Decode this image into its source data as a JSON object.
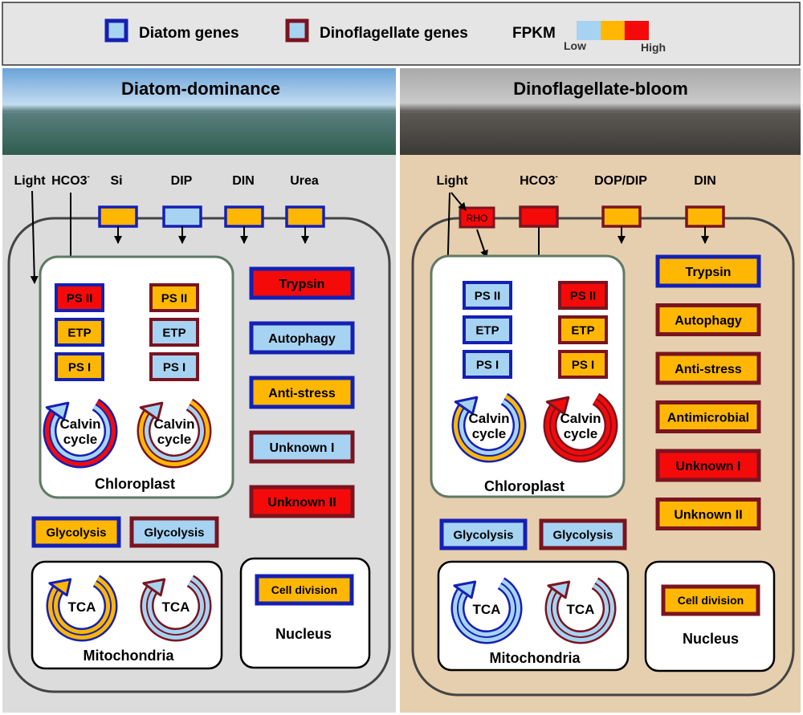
{
  "legend": {
    "diatom_label": "Diatom genes",
    "dino_label": "Dinoflagellate genes",
    "fpkm_label": "FPKM",
    "low_label": "Low",
    "high_label": "High"
  },
  "colors": {
    "diatom_border": "#1420b4",
    "dino_border": "#7a1420",
    "low": "#a7d3f2",
    "mid": "#ffb703",
    "high": "#f50a0a",
    "left_bg": "#dcdcdc",
    "right_bg": "#e6cfae"
  },
  "panels": [
    {
      "title": "Diatom-dominance",
      "inputs": [
        "Light",
        "HCO3",
        "Si",
        "DIP",
        "DIN",
        "Urea"
      ],
      "organelles": {
        "chloroplast": "Chloroplast",
        "mitochondria": "Mitochondria",
        "nucleus": "Nucleus"
      },
      "calvin_label": [
        "Calvin",
        "cycle"
      ],
      "tca_label": "TCA",
      "transporters": [
        {
          "gene": "diatom",
          "level": "mid"
        },
        {
          "gene": "diatom",
          "level": "low"
        },
        {
          "gene": "diatom",
          "level": "mid"
        },
        {
          "gene": "diatom",
          "level": "mid"
        }
      ],
      "chloro_diatom": [
        {
          "label": "PS II",
          "level": "high"
        },
        {
          "label": "ETP",
          "level": "mid"
        },
        {
          "label": "PS I",
          "level": "mid"
        }
      ],
      "chloro_dino": [
        {
          "label": "PS II",
          "level": "mid"
        },
        {
          "label": "ETP",
          "level": "low"
        },
        {
          "label": "PS I",
          "level": "low"
        }
      ],
      "calvin_diatom": [
        "high",
        "low"
      ],
      "calvin_dino": [
        "mid",
        "low"
      ],
      "right_boxes": [
        {
          "label": "Trypsin",
          "gene": "diatom",
          "level": "high"
        },
        {
          "label": "Autophagy",
          "gene": "diatom",
          "level": "low"
        },
        {
          "label": "Anti-stress",
          "gene": "diatom",
          "level": "mid"
        },
        {
          "label": "Unknown I",
          "gene": "dino",
          "level": "low"
        },
        {
          "label": "Unknown II",
          "gene": "dino",
          "level": "high"
        }
      ],
      "glycolysis": [
        {
          "label": "Glycolysis",
          "gene": "diatom",
          "level": "mid"
        },
        {
          "label": "Glycolysis",
          "gene": "dino",
          "level": "low"
        }
      ],
      "tca": [
        {
          "gene": "diatom",
          "level": "mid"
        },
        {
          "gene": "dino",
          "level": "low"
        }
      ],
      "cell_division": {
        "label": "Cell division",
        "gene": "diatom",
        "level": "mid"
      }
    },
    {
      "title": "Dinoflagellate-bloom",
      "inputs": [
        "Light",
        "HCO3",
        "DOP/DIP",
        "DIN"
      ],
      "rho_label": "RHO",
      "organelles": {
        "chloroplast": "Chloroplast",
        "mitochondria": "Mitochondria",
        "nucleus": "Nucleus"
      },
      "calvin_label": [
        "Calvin",
        "cycle"
      ],
      "tca_label": "TCA",
      "transporters": [
        {
          "gene": "dino",
          "level": "high"
        },
        {
          "gene": "dino",
          "level": "mid"
        },
        {
          "gene": "dino",
          "level": "mid"
        }
      ],
      "chloro_diatom": [
        {
          "label": "PS II",
          "level": "low"
        },
        {
          "label": "ETP",
          "level": "low"
        },
        {
          "label": "PS I",
          "level": "low"
        }
      ],
      "chloro_dino": [
        {
          "label": "PS II",
          "level": "high"
        },
        {
          "label": "ETP",
          "level": "mid"
        },
        {
          "label": "PS I",
          "level": "mid"
        }
      ],
      "calvin_diatom": [
        "mid",
        "low"
      ],
      "calvin_dino": [
        "high",
        "high"
      ],
      "right_boxes": [
        {
          "label": "Trypsin",
          "gene": "diatom",
          "level": "mid"
        },
        {
          "label": "Autophagy",
          "gene": "dino",
          "level": "mid"
        },
        {
          "label": "Anti-stress",
          "gene": "dino",
          "level": "mid"
        },
        {
          "label": "Antimicrobial",
          "gene": "dino",
          "level": "mid"
        },
        {
          "label": "Unknown I",
          "gene": "dino",
          "level": "high"
        },
        {
          "label": "Unknown II",
          "gene": "dino",
          "level": "mid"
        }
      ],
      "glycolysis": [
        {
          "label": "Glycolysis",
          "gene": "diatom",
          "level": "low"
        },
        {
          "label": "Glycolysis",
          "gene": "dino",
          "level": "low"
        }
      ],
      "tca": [
        {
          "gene": "diatom",
          "level": "low"
        },
        {
          "gene": "dino",
          "level": "low"
        }
      ],
      "cell_division": {
        "label": "Cell division",
        "gene": "dino",
        "level": "mid"
      }
    }
  ]
}
